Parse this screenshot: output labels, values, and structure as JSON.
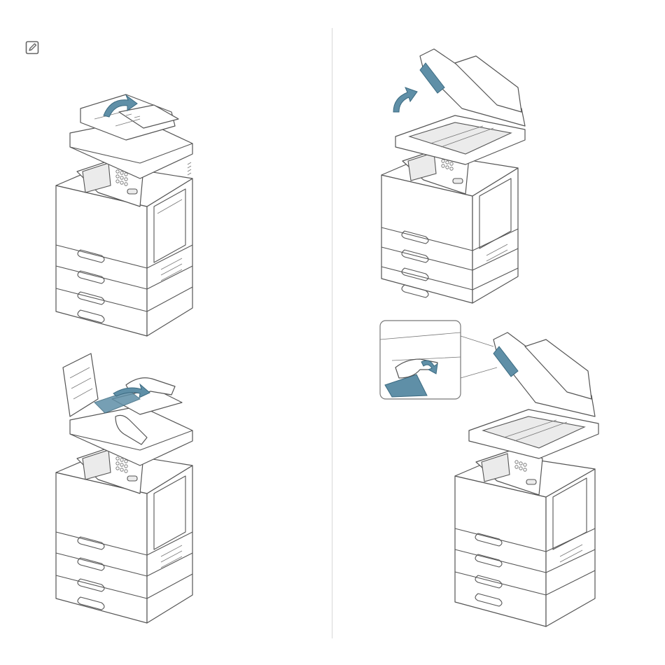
{
  "page": {
    "background": "#ffffff",
    "divider_color": "#d8d8d8"
  },
  "note": {
    "icon": "note-pencil-icon"
  },
  "colors": {
    "line": "#555555",
    "accent_blue": "#5f8fa7",
    "panel_fill": "#ebebeb"
  },
  "figures": [
    {
      "id": "fig1",
      "depicts": "printer-open-document-feeder-cover",
      "arrow_icon": "curved-arrow-icon"
    },
    {
      "id": "fig2",
      "depicts": "printer-remove-jammed-paper-from-feeder",
      "arrow_icon": "curved-arrow-icon"
    },
    {
      "id": "fig3",
      "depicts": "printer-lift-scanner-lid",
      "arrow_icon": "curved-arrow-icon"
    },
    {
      "id": "fig4",
      "depicts": "printer-turn-release-knob-with-inset",
      "arrow_icon": "rotate-arrow-icon"
    }
  ]
}
